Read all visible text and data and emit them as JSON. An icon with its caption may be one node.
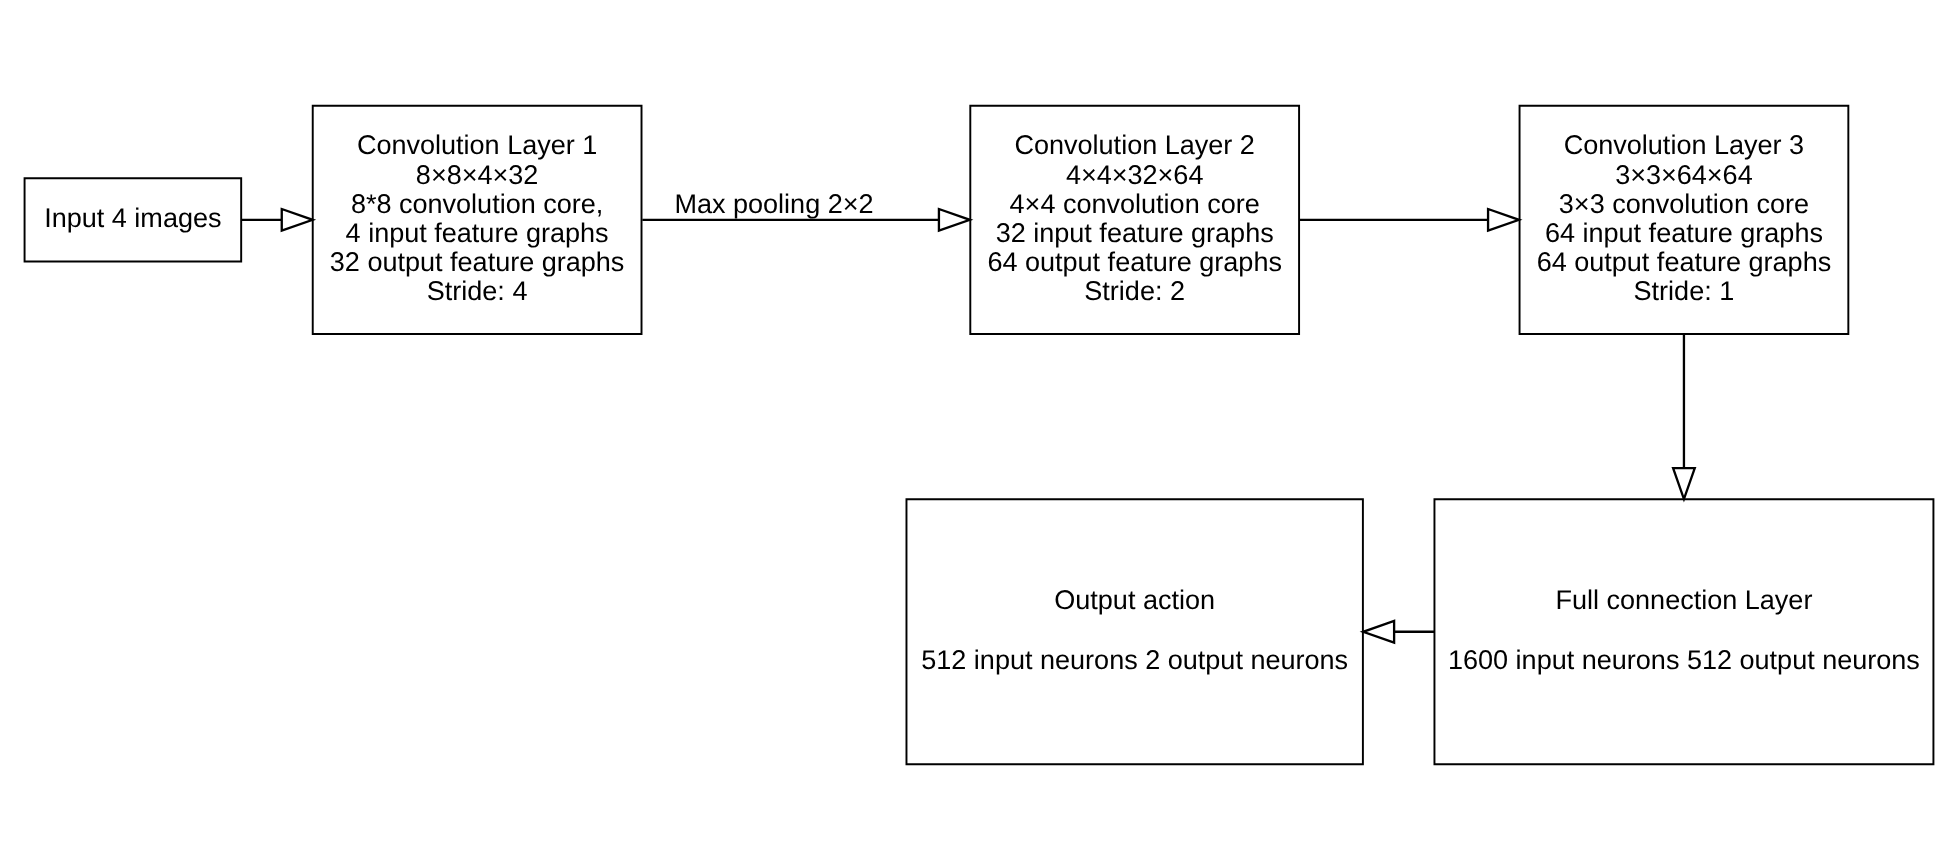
{
  "diagram": {
    "nodes": [
      {
        "text": [
          "Input 4 images"
        ]
      },
      {
        "text": [
          "Convolution Layer 1",
          "8×8×4×32",
          "8*8 convolution core,",
          "4 input feature graphs",
          "32 output feature graphs",
          "Stride: 4"
        ]
      },
      {
        "text": [
          "Convolution Layer 2",
          "4×4×32×64",
          "4×4 convolution core",
          "32 input feature graphs",
          "64 output feature graphs",
          "Stride: 2"
        ]
      },
      {
        "text": [
          "Convolution Layer 3",
          "3×3×64×64",
          "3×3 convolution core",
          "64 input feature graphs",
          "64 output feature graphs",
          "Stride: 1"
        ]
      },
      {
        "text": [
          "Full connection Layer",
          "1600 input neurons 512 output neurons"
        ]
      },
      {
        "text": [
          "Output action",
          "512 input neurons 2 output neurons"
        ]
      }
    ],
    "edges": [
      {
        "from": 0,
        "to": 1,
        "arrow": "to"
      },
      {
        "from": 1,
        "to": 2,
        "arrow": "to",
        "label": "Max pooling 2×2"
      },
      {
        "from": 2,
        "to": 3,
        "arrow": "to"
      },
      {
        "from": 3,
        "to": 4,
        "arrow": "to"
      },
      {
        "from": 4,
        "to": 5,
        "arrow": "to"
      }
    ]
  }
}
